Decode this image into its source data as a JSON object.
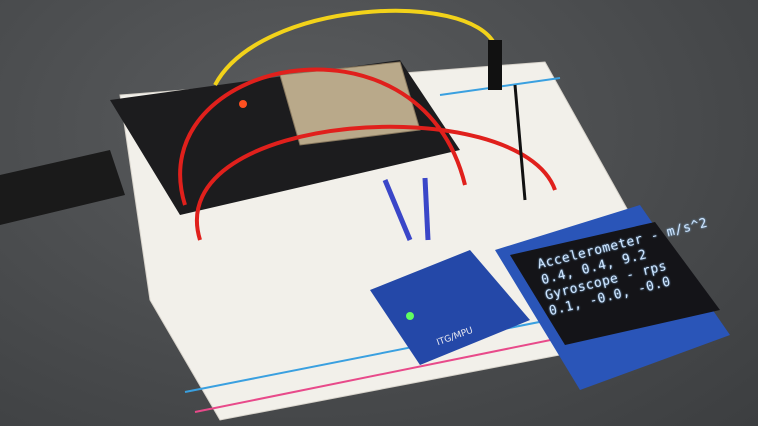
{
  "scene": {
    "description_items": [
      "esp32-board",
      "breadboard",
      "mpu6050-module",
      "oled-display",
      "usb-cable",
      "jumper-wires"
    ],
    "colors": {
      "background": "#4a4c4e",
      "breadboard": "#f2f0ea",
      "esp32": "#1c1c1e",
      "mpu": "#2448a8",
      "oled_pcb": "#2a55b8",
      "wire_red": "#e0201c",
      "wire_yellow": "#f2d21a",
      "oled_text": "#cfe6ff"
    }
  },
  "oled": {
    "lines": [
      "Accelerometer - m/s^2",
      "0.4, 0.4, 9.2",
      "Gyroscope - rps",
      "0.1, -0.0, -0.0"
    ]
  },
  "mpu": {
    "label": "ITG/MPU"
  }
}
